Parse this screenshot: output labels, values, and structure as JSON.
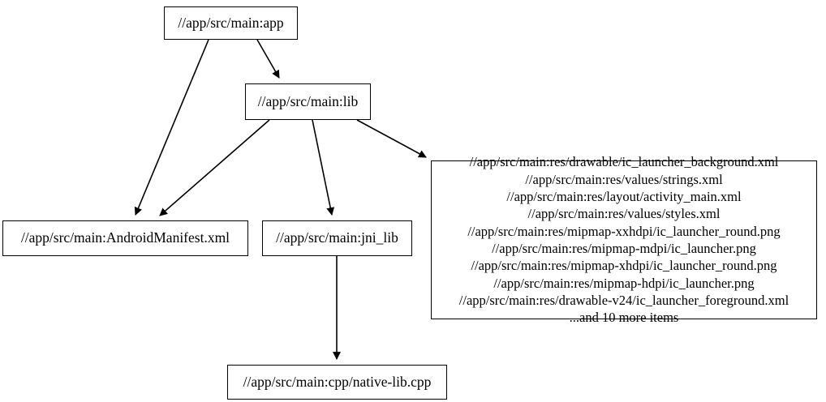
{
  "graph": {
    "type": "directed-dependency-graph",
    "nodes": [
      {
        "id": "app",
        "label": "//app/src/main:app"
      },
      {
        "id": "lib",
        "label": "//app/src/main:lib"
      },
      {
        "id": "manifest",
        "label": "//app/src/main:AndroidManifest.xml"
      },
      {
        "id": "jni_lib",
        "label": "//app/src/main:jni_lib"
      },
      {
        "id": "res",
        "label": "//app/src/main:res/drawable/ic_launcher_background.xml\n//app/src/main:res/values/strings.xml\n//app/src/main:res/layout/activity_main.xml\n//app/src/main:res/values/styles.xml\n//app/src/main:res/mipmap-xxhdpi/ic_launcher_round.png\n//app/src/main:res/mipmap-mdpi/ic_launcher.png\n//app/src/main:res/mipmap-xhdpi/ic_launcher_round.png\n//app/src/main:res/mipmap-hdpi/ic_launcher.png\n//app/src/main:res/drawable-v24/ic_launcher_foreground.xml\n...and 10 more items",
        "lines": [
          "//app/src/main:res/drawable/ic_launcher_background.xml",
          "//app/src/main:res/values/strings.xml",
          "//app/src/main:res/layout/activity_main.xml",
          "//app/src/main:res/values/styles.xml",
          "//app/src/main:res/mipmap-xxhdpi/ic_launcher_round.png",
          "//app/src/main:res/mipmap-mdpi/ic_launcher.png",
          "//app/src/main:res/mipmap-xhdpi/ic_launcher_round.png",
          "//app/src/main:res/mipmap-hdpi/ic_launcher.png",
          "//app/src/main:res/drawable-v24/ic_launcher_foreground.xml",
          "...and 10 more items"
        ]
      },
      {
        "id": "native",
        "label": "//app/src/main:cpp/native-lib.cpp"
      }
    ],
    "edges": [
      {
        "from": "app",
        "to": "manifest"
      },
      {
        "from": "app",
        "to": "lib"
      },
      {
        "from": "lib",
        "to": "manifest"
      },
      {
        "from": "lib",
        "to": "jni_lib"
      },
      {
        "from": "lib",
        "to": "res"
      },
      {
        "from": "jni_lib",
        "to": "native"
      }
    ]
  },
  "colors": {
    "background": "#ffffff",
    "node_border": "#000000",
    "node_fill": "#ffffff",
    "edge": "#000000",
    "text": "#000000"
  }
}
